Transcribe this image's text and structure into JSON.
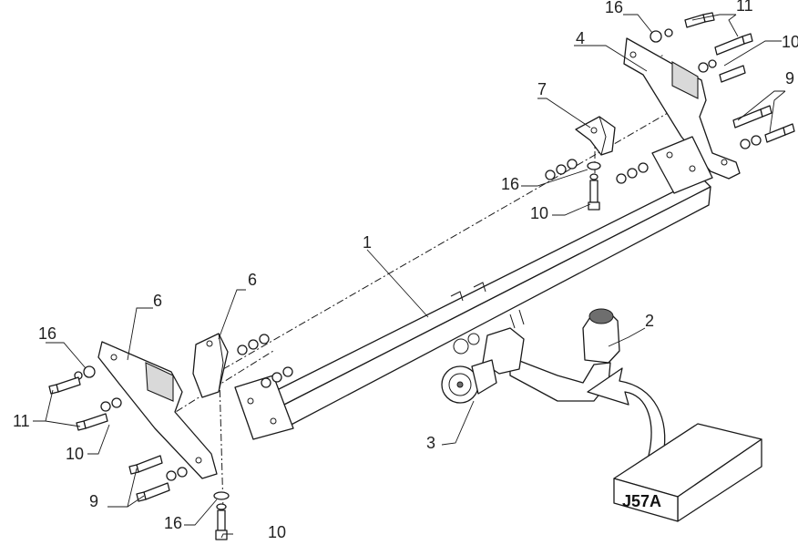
{
  "callouts": {
    "p1": "1",
    "p2": "2",
    "p3": "3",
    "p4": "4",
    "p6_left": "6",
    "p6_mid": "6",
    "p7": "7",
    "p9_right": "9",
    "p9_left": "9",
    "p10_right": "10",
    "p10_mid": "10",
    "p10_left": "10",
    "p10_bottom": "10",
    "p11_right": "11",
    "p11_left": "11",
    "p16_top": "16",
    "p16_mid": "16",
    "p16_left": "16",
    "p16_bottom": "16"
  },
  "model_box": {
    "label": "J57A"
  }
}
